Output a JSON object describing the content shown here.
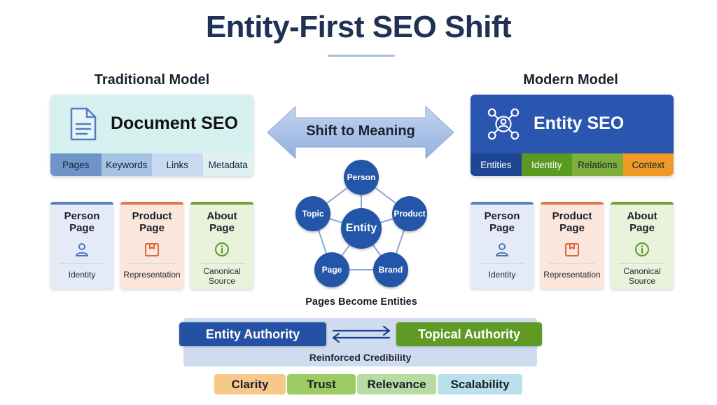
{
  "title": "Entity-First SEO Shift",
  "traditional": {
    "heading": "Traditional Model",
    "card_title": "Document SEO",
    "card_icon": "document-icon",
    "tags": [
      "Pages",
      "Keywords",
      "Links",
      "Metadata"
    ],
    "pages": [
      {
        "title_line1": "Person",
        "title_line2": "Page",
        "icon": "person-icon",
        "sub_line1": "Identity",
        "sub_line2": ""
      },
      {
        "title_line1": "Product",
        "title_line2": "Page",
        "icon": "product-box-icon",
        "sub_line1": "Representation",
        "sub_line2": ""
      },
      {
        "title_line1": "About",
        "title_line2": "Page",
        "icon": "info-icon",
        "sub_line1": "Canonical",
        "sub_line2": "Source"
      }
    ]
  },
  "modern": {
    "heading": "Modern Model",
    "card_title": "Entity SEO",
    "card_icon": "network-hub-icon",
    "tags": [
      "Entities",
      "Identity",
      "Relations",
      "Context"
    ],
    "pages": [
      {
        "title_line1": "Person",
        "title_line2": "Page",
        "icon": "person-icon",
        "sub_line1": "Identity",
        "sub_line2": ""
      },
      {
        "title_line1": "Product",
        "title_line2": "Page",
        "icon": "product-box-icon",
        "sub_line1": "Representation",
        "sub_line2": ""
      },
      {
        "title_line1": "About",
        "title_line2": "Page",
        "icon": "info-icon",
        "sub_line1": "Canonical",
        "sub_line2": "Source"
      }
    ]
  },
  "shift": {
    "label": "Shift to Meaning",
    "icon": "double-arrow-icon"
  },
  "network": {
    "center": "Entity",
    "nodes": [
      "Person",
      "Product",
      "Brand",
      "Page",
      "Topic"
    ],
    "caption": "Pages Become Entities"
  },
  "authority": {
    "left": "Entity Authority",
    "right": "Topical Authority",
    "caption": "Reinforced Credibility",
    "arrow_icon": "bidirectional-arrow-icon"
  },
  "values": [
    "Clarity",
    "Trust",
    "Relevance",
    "Scalability"
  ],
  "colors": {
    "title": "#1f3155",
    "primary_blue": "#2451a3",
    "primary_green": "#5e9a24",
    "orange": "#ef9a24",
    "arrow_fill": "#a9c0e4"
  }
}
